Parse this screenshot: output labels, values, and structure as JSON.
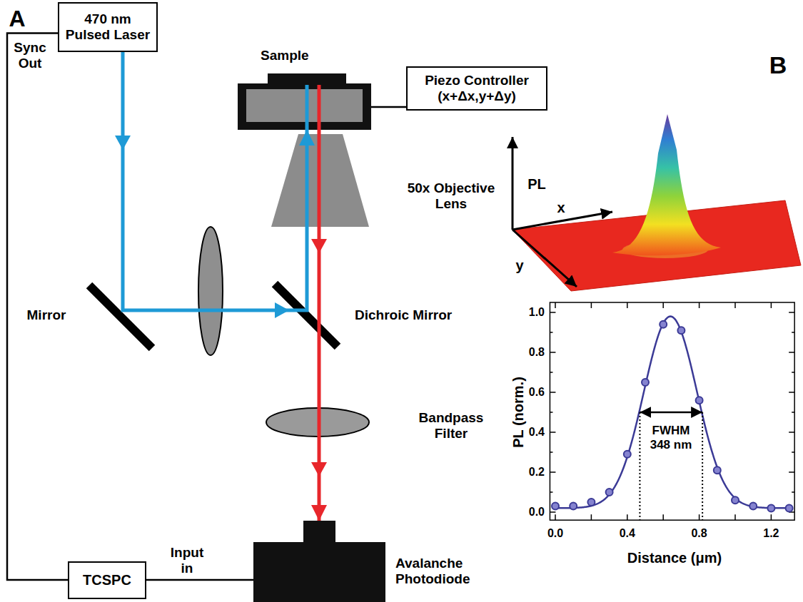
{
  "diagram": {
    "nodes": [
      {
        "text": [
          "470 nm Pulsed Laser"
        ]
      },
      {
        "text": [
          "Sample"
        ]
      },
      {
        "text": [
          "Piezo Controller (x+Δx,y+Δy)"
        ]
      },
      {
        "text": [
          "TCSPC"
        ]
      },
      {
        "text": [
          "Avalanche Photodiode"
        ]
      }
    ],
    "edges": [
      {
        "from": 0,
        "to": 3,
        "arrow": "none",
        "label": "Sync Out"
      },
      {
        "from": 0,
        "to": 1,
        "arrow": "to"
      },
      {
        "from": 1,
        "to": 2,
        "arrow": "none"
      },
      {
        "from": 1,
        "to": 4,
        "arrow": "to"
      },
      {
        "from": 4,
        "to": 3,
        "arrow": "none",
        "label": "Input in"
      }
    ],
    "labels": [
      "A",
      "Mirror",
      "50x Objective Lens",
      "Dichroic Mirror",
      "Bandpass Filter",
      "B",
      "PL",
      "x",
      "y",
      "0.0",
      "0.2",
      "0.4",
      "0.6",
      "0.8",
      "1.0",
      "0.0",
      "0.4",
      "0.8",
      "1.2",
      "PL (norm.)",
      "Distance (μm)",
      "FWHM 348 nm"
    ]
  }
}
